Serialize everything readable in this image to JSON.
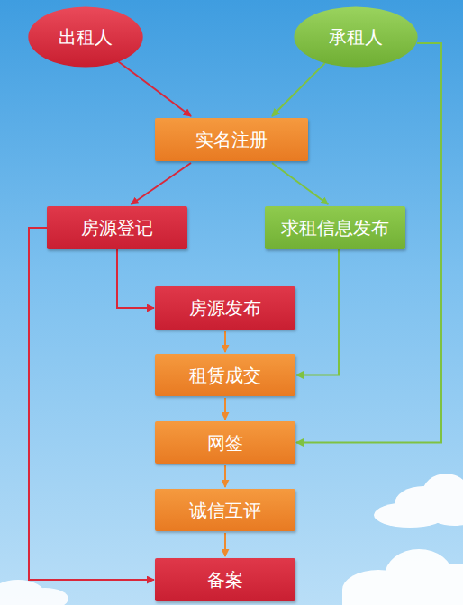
{
  "diagram": {
    "nodes": [
      {
        "text": [
          "出租人"
        ]
      },
      {
        "text": [
          "承租人"
        ]
      },
      {
        "text": [
          "实名注册"
        ]
      },
      {
        "text": [
          "房源登记"
        ]
      },
      {
        "text": [
          "求租信息发布"
        ]
      },
      {
        "text": [
          "房源发布"
        ]
      },
      {
        "text": [
          "租赁成交"
        ]
      },
      {
        "text": [
          "网签"
        ]
      },
      {
        "text": [
          "诚信互评"
        ]
      },
      {
        "text": [
          "备案"
        ]
      }
    ],
    "edges": [
      {
        "from": 0,
        "to": 2,
        "arrow": "to"
      },
      {
        "from": 1,
        "to": 2,
        "arrow": "to"
      },
      {
        "from": 2,
        "to": 3,
        "arrow": "to"
      },
      {
        "from": 2,
        "to": 4,
        "arrow": "to"
      },
      {
        "from": 3,
        "to": 5,
        "arrow": "to"
      },
      {
        "from": 5,
        "to": 6,
        "arrow": "to"
      },
      {
        "from": 4,
        "to": 6,
        "arrow": "to"
      },
      {
        "from": 1,
        "to": 7,
        "arrow": "to"
      },
      {
        "from": 6,
        "to": 7,
        "arrow": "to"
      },
      {
        "from": 7,
        "to": 8,
        "arrow": "to"
      },
      {
        "from": 8,
        "to": 9,
        "arrow": "to"
      },
      {
        "from": 3,
        "to": 9,
        "arrow": "to"
      }
    ]
  }
}
